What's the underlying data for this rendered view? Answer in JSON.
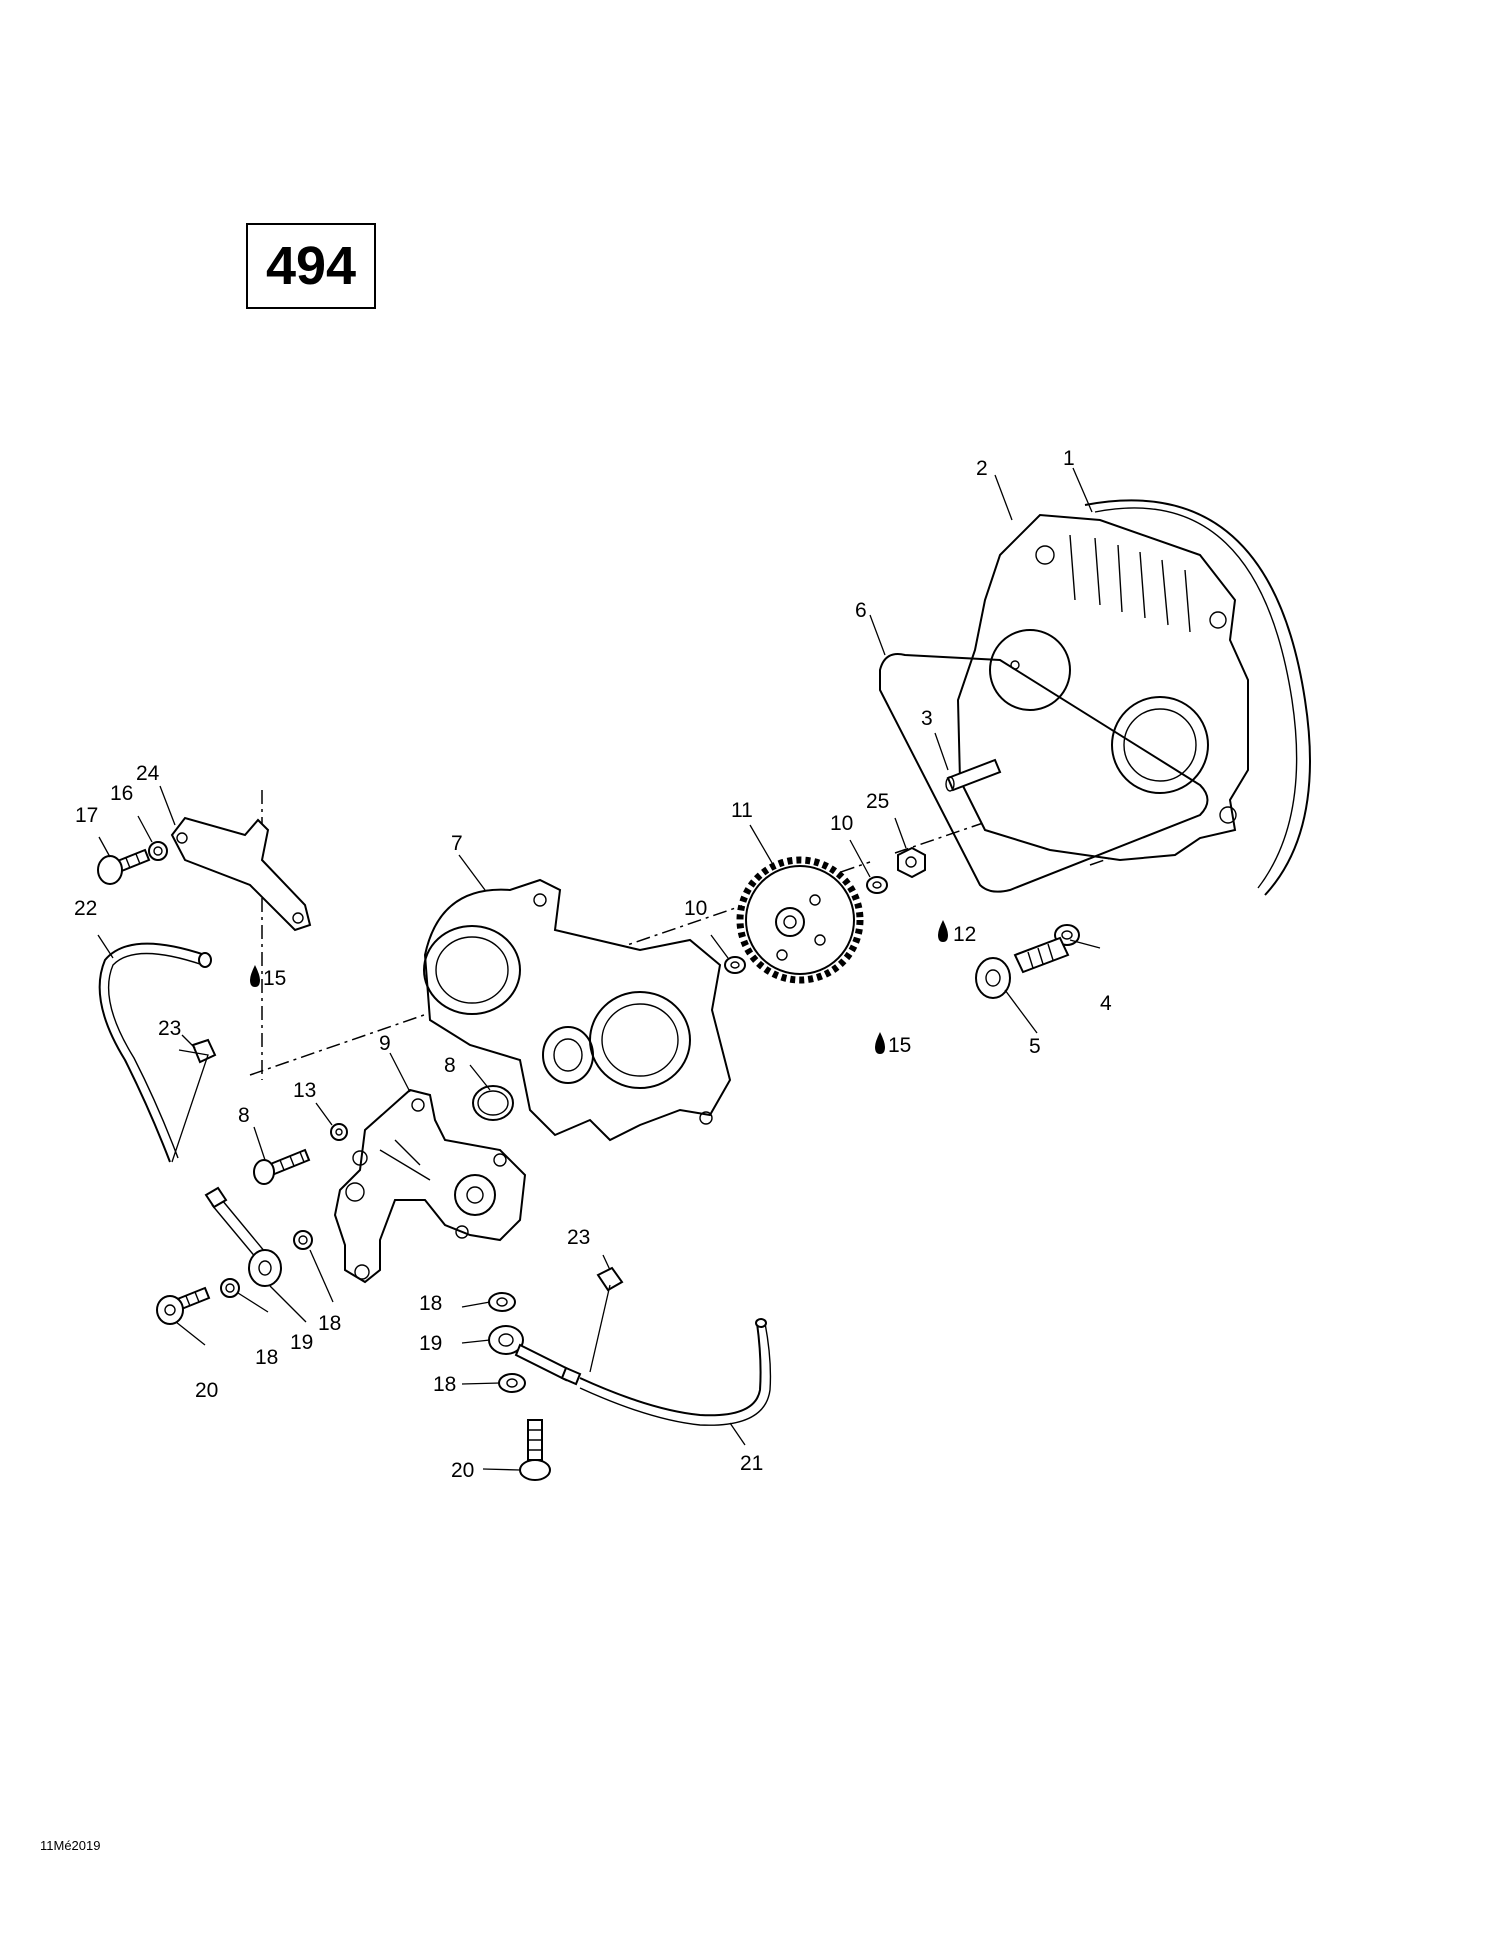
{
  "reference_number": "494",
  "drawing_code": "11Mé2019",
  "labels": [
    {
      "id": "1",
      "text": "1"
    },
    {
      "id": "2",
      "text": "2"
    },
    {
      "id": "3",
      "text": "3"
    },
    {
      "id": "4",
      "text": "4"
    },
    {
      "id": "5",
      "text": "5"
    },
    {
      "id": "6",
      "text": "6"
    },
    {
      "id": "7",
      "text": "7"
    },
    {
      "id": "8a",
      "text": "8"
    },
    {
      "id": "8b",
      "text": "8"
    },
    {
      "id": "9",
      "text": "9"
    },
    {
      "id": "10a",
      "text": "10"
    },
    {
      "id": "10b",
      "text": "10"
    },
    {
      "id": "11",
      "text": "11"
    },
    {
      "id": "12",
      "text": "12"
    },
    {
      "id": "13",
      "text": "13"
    },
    {
      "id": "15a",
      "text": "15"
    },
    {
      "id": "15b",
      "text": "15"
    },
    {
      "id": "16",
      "text": "16"
    },
    {
      "id": "17",
      "text": "17"
    },
    {
      "id": "18a",
      "text": "18"
    },
    {
      "id": "18b",
      "text": "18"
    },
    {
      "id": "18c",
      "text": "18"
    },
    {
      "id": "18d",
      "text": "18"
    },
    {
      "id": "19a",
      "text": "19"
    },
    {
      "id": "19b",
      "text": "19"
    },
    {
      "id": "20a",
      "text": "20"
    },
    {
      "id": "20b",
      "text": "20"
    },
    {
      "id": "21",
      "text": "21"
    },
    {
      "id": "22",
      "text": "22"
    },
    {
      "id": "23a",
      "text": "23"
    },
    {
      "id": "23b",
      "text": "23"
    },
    {
      "id": "24",
      "text": "24"
    },
    {
      "id": "25",
      "text": "25"
    }
  ]
}
